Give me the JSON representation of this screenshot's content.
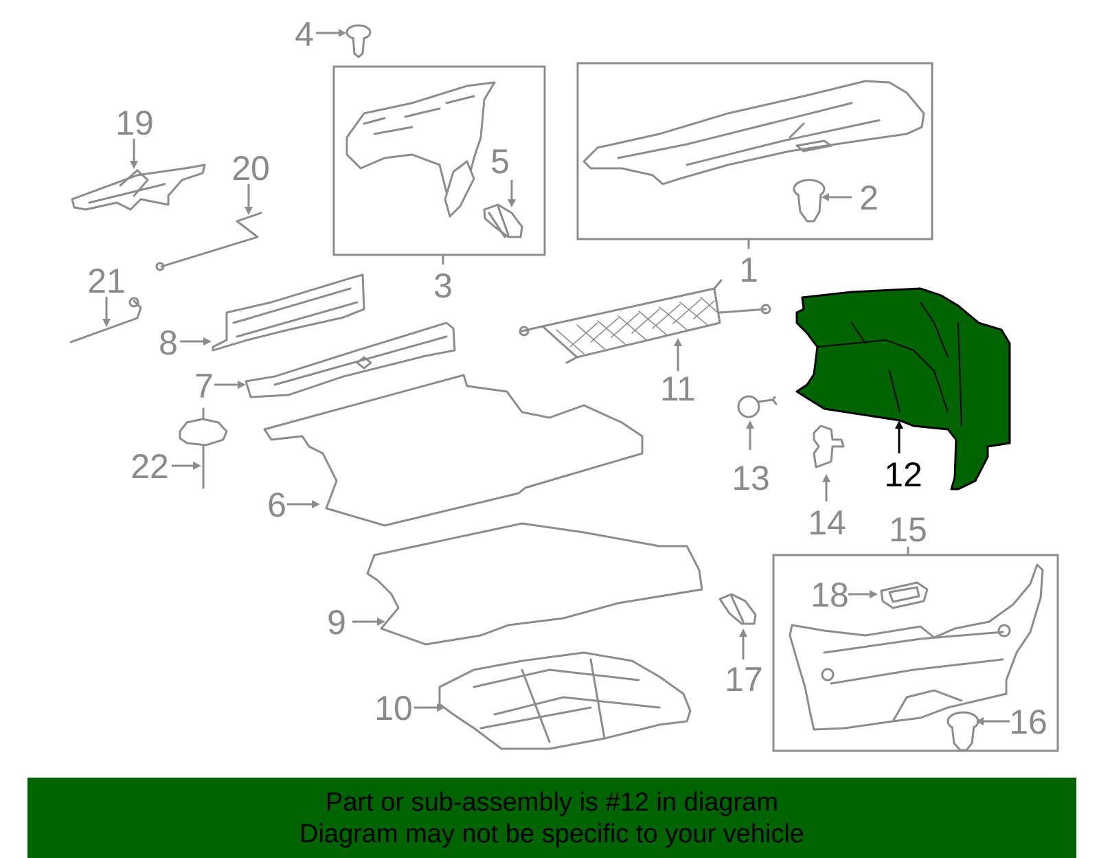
{
  "highlight": {
    "part": "12",
    "color": "#006400"
  },
  "callouts": {
    "c1": "1",
    "c2": "2",
    "c3": "3",
    "c4": "4",
    "c5": "5",
    "c6": "6",
    "c7": "7",
    "c8": "8",
    "c9": "9",
    "c10": "10",
    "c11": "11",
    "c12": "12",
    "c13": "13",
    "c14": "14",
    "c15": "15",
    "c16": "16",
    "c17": "17",
    "c18": "18",
    "c19": "19",
    "c20": "20",
    "c21": "21",
    "c22": "22"
  },
  "banner": {
    "color": "#006400",
    "line1": "Part or sub-assembly is #12 in diagram",
    "line2": "Diagram may not be specific to your vehicle"
  }
}
